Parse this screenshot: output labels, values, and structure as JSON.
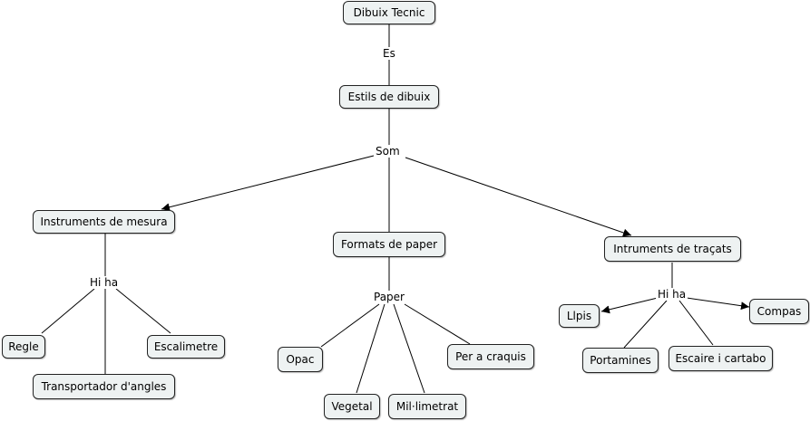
{
  "colors": {
    "node_bg": "#eef2f2",
    "node_border": "#222222",
    "line": "#000000"
  },
  "concepts": {
    "dibuix_tecnic": "Dibuix Tecnic",
    "estils_de_dibuix": "Estils de dibuix",
    "instruments_de_mesura": "Instruments de mesura",
    "formats_de_paper": "Formats de paper",
    "intruments_de_tracats": "Intruments de traçats",
    "regle": "Regle",
    "escalimetre": "Escalimetre",
    "transportador_dangles": "Transportador d'angles",
    "opac": "Opac",
    "per_a_craquis": "Per a craquis",
    "vegetal": "Vegetal",
    "mil_limetrat": "Mil·limetrat",
    "llpis": "Llpis",
    "compas": "Compas",
    "portamines": "Portamines",
    "escaire_i_cartabo": "Escaire i cartabo"
  },
  "linking_phrases": {
    "es": "Es",
    "som": "Som",
    "hi_ha_mesura": "Hi ha",
    "paper": "Paper",
    "hi_ha_tracats": "Hi ha"
  }
}
